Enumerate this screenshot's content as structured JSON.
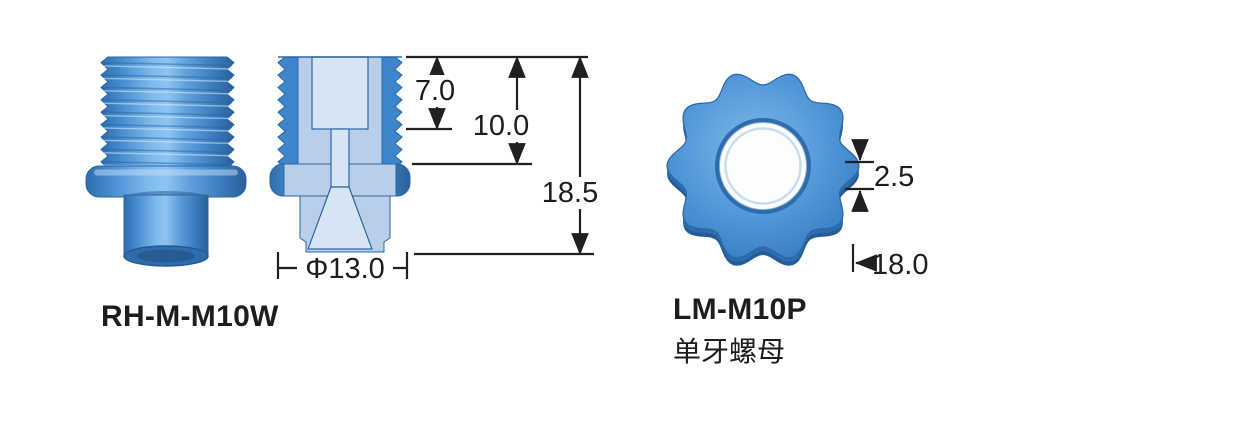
{
  "colors": {
    "part_blue": "#3e86cb",
    "part_dark": "#2b66a4",
    "part_mid": "#2e6dad",
    "section_fill": "#b9cfe9",
    "bore_fill": "#d6e4f4",
    "line_color": "#231f20",
    "text_color": "#1d1d1f"
  },
  "fitting": {
    "label": "RH-M-M10W",
    "dim_top_depth": "7.0",
    "dim_thread_length": "10.0",
    "dim_total_height": "18.5",
    "dim_diameter": "Φ13.0"
  },
  "nut": {
    "label": "LM-M10P",
    "label_cn": "单牙螺母",
    "dim_thickness": "2.5",
    "dim_diameter": "18.0"
  }
}
